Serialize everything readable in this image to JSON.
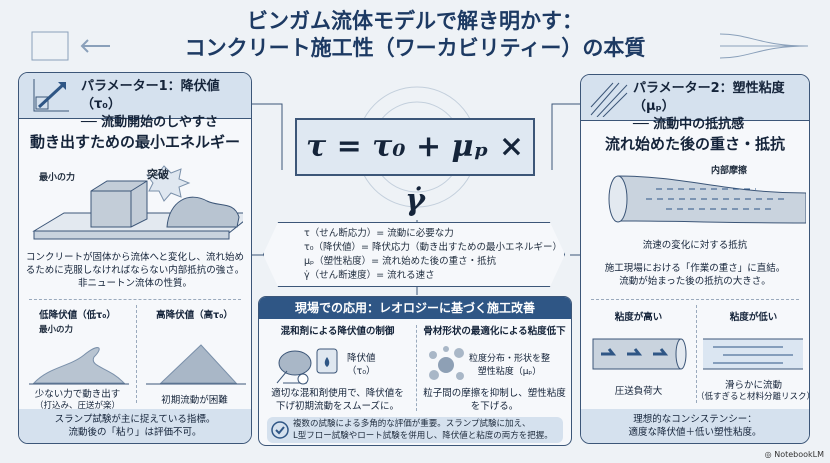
{
  "title": {
    "line1": "ビンガム流体モデルで解き明かす：",
    "line2": "コンクリート施工性（ワーカビリティー）の本質"
  },
  "formula": "τ = τ₀ + μₚ × γ̇",
  "definitions": [
    "τ（せん断応力）= 流動に必要な力",
    "τ₀（降伏値）= 降伏応力（動き出すための最小エネルギー）",
    "μₚ（塑性粘度）= 流れ始めた後の重さ・抵抗",
    "γ̇（せん断速度）= 流れる速さ"
  ],
  "left": {
    "title1": "パラメーター1：降伏値（τ₀）",
    "title2": "── 流動開始のしやすさ",
    "heading": "動き出すための最小エネルギー",
    "label_force": "最小の力",
    "label_break": "突破",
    "desc": [
      "コンクリートが固体から流体へと変化し、流れ始め",
      "るために克服しなければならない内部抵抗の強さ。",
      "非ニュートン流体の性質。"
    ],
    "low": {
      "title": "低降伏値（低τ₀）",
      "force": "最小の力",
      "line1": "少ない力で動き出す",
      "line2": "（打込み、圧送が楽）"
    },
    "high": {
      "title": "高降伏値（高τ₀）",
      "line1": "初期流動が困難"
    },
    "footer": [
      "スランプ試験が主に捉えている指標。",
      "流動後の「粘り」は評価不可。"
    ]
  },
  "right": {
    "title1": "パラメーター2：塑性粘度（μₚ）",
    "title2": "── 流動中の抵抗感",
    "heading": "流れ始めた後の重さ・抵抗",
    "label_friction": "内部摩擦",
    "label_resist": "流速の変化に対する抵抗",
    "desc": [
      "施工現場における「作業の重さ」に直結。",
      "流動が始まった後の抵抗の大きさ。"
    ],
    "high": {
      "title": "粘度が高い",
      "line1": "圧送負荷大"
    },
    "low": {
      "title": "粘度が低い",
      "line1": "滑らかに流動",
      "line2": "（低すぎると材料分離リスク）"
    },
    "footer": [
      "理想的なコンシステンシー：",
      "適度な降伏値＋低い塑性粘度。"
    ]
  },
  "app": {
    "title": "現場での応用：レオロジーに基づく施工改善",
    "left": {
      "title": "混和剤による降伏値の制御",
      "label1": "降伏値",
      "label2": "（τ₀）",
      "desc": [
        "適切な混和剤使用で、降伏値を",
        "下げ初期流動をスムーズに。"
      ]
    },
    "right": {
      "title": "骨材形状の最適化による粘度低下",
      "label1": "粒度分布・形状を整",
      "label2": "塑性粘度（μₚ）",
      "desc": [
        "粒子間の摩擦を抑制し、塑性粘度",
        "を下げる。"
      ]
    },
    "note": [
      "複数の試験による多角的な評価が重要。スランプ試験に加え、",
      "L型フロー試験やロート試験を併用し、降伏値と粘度の両方を把握。"
    ]
  },
  "brand": "NotebookLM"
}
